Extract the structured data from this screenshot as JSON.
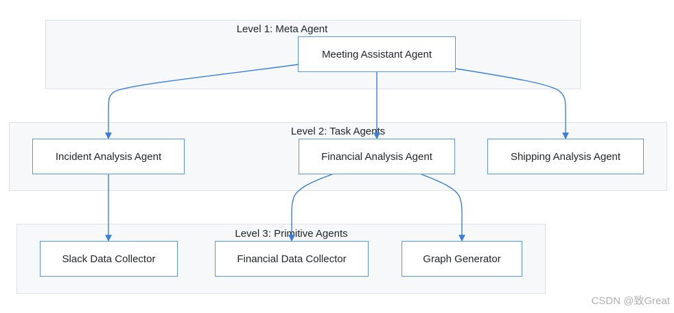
{
  "clusters": {
    "level1": "Level 1: Meta Agent",
    "level2": "Level 2: Task Agents",
    "level3": "Level 3: Primitive Agents"
  },
  "nodes": {
    "meeting": "Meeting Assistant Agent",
    "incident": "Incident Analysis Agent",
    "financial": "Financial Analysis Agent",
    "shipping": "Shipping Analysis Agent",
    "slack": "Slack Data Collector",
    "financial_collector": "Financial Data Collector",
    "graph": "Graph Generator"
  },
  "colors": {
    "edge": "#3b7ddd",
    "node_border": "#5b93e0",
    "cluster_bg": "#f6f8fa"
  },
  "watermark": "CSDN @致Great"
}
